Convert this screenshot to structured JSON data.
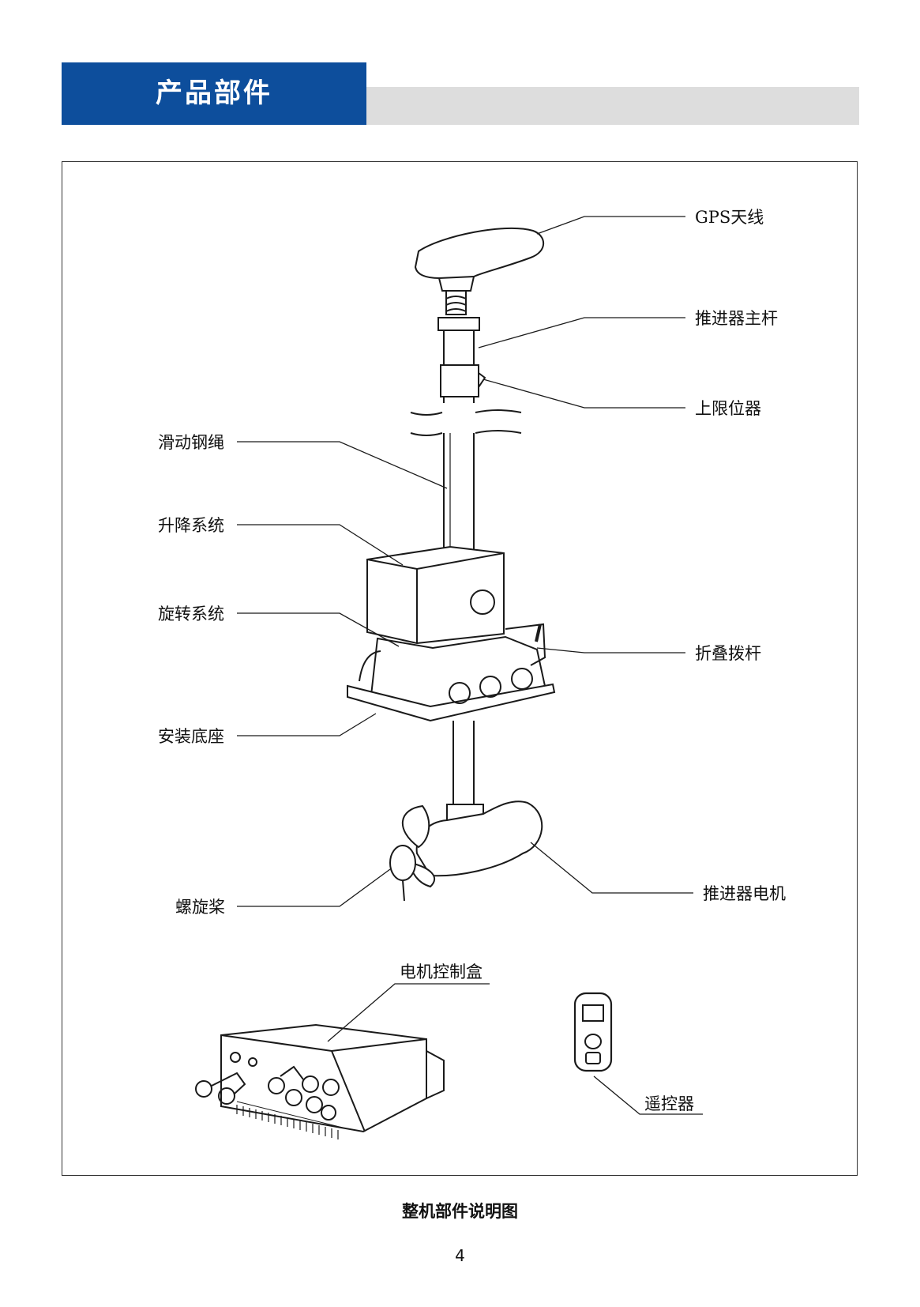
{
  "header": {
    "title": "产品部件"
  },
  "labels": {
    "gps_antenna": "GPS天线",
    "main_pole": "推进器主杆",
    "upper_limiter": "上限位器",
    "sliding_cable": "滑动钢绳",
    "lift_system": "升降系统",
    "rotation_system": "旋转系统",
    "folding_lever": "折叠拨杆",
    "mount_base": "安装底座",
    "propeller": "螺旋桨",
    "thruster_motor": "推进器电机",
    "motor_control_box": "电机控制盒",
    "remote_control": "遥控器"
  },
  "caption": "整机部件说明图",
  "page_number": "4"
}
